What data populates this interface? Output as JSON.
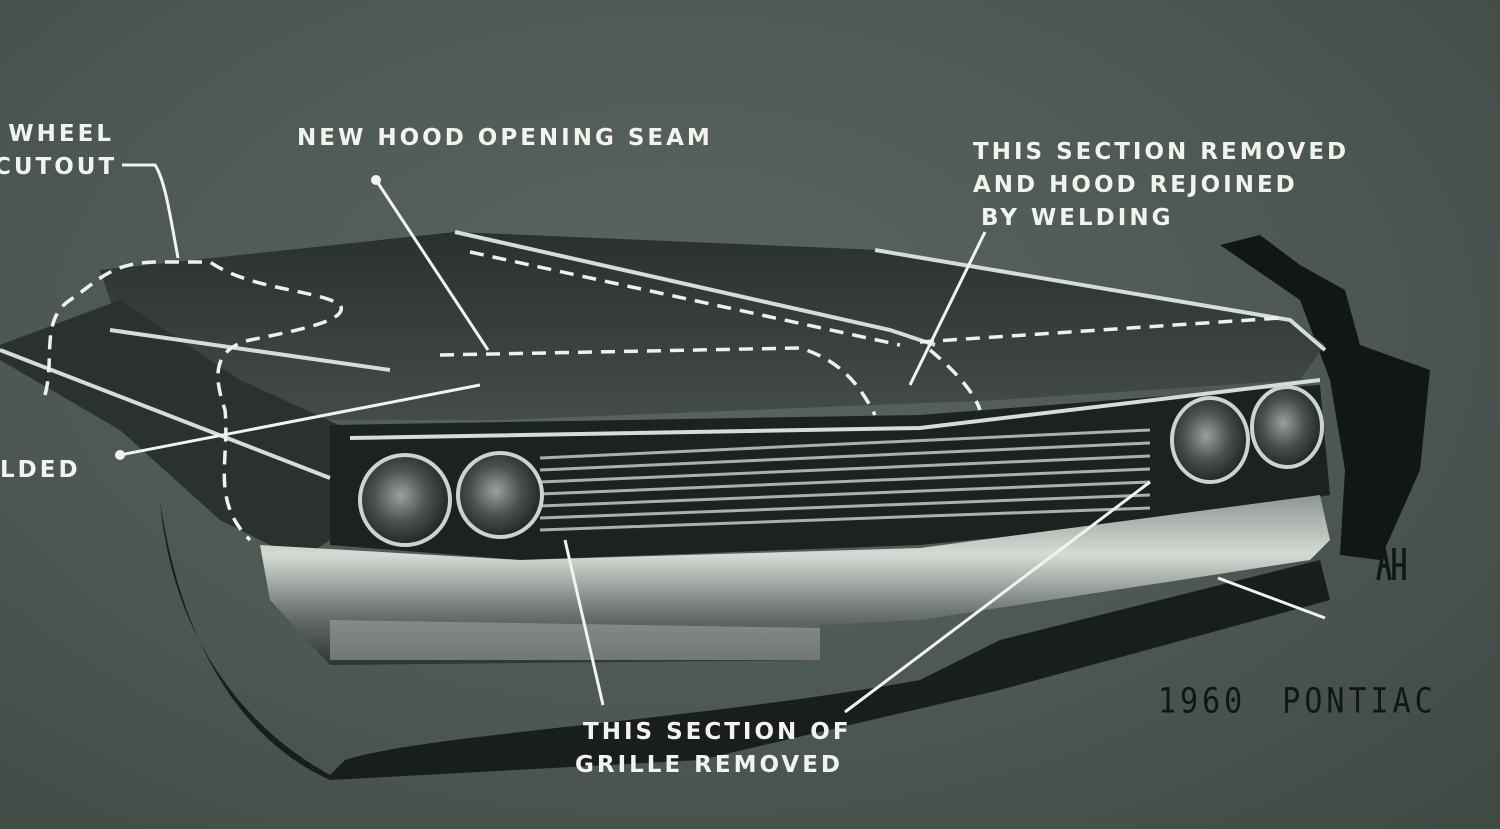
{
  "labels": {
    "wheel_cutout": [
      "WHEEL",
      "CUTOUT"
    ],
    "hood_seam": "NEW HOOD OPENING SEAM",
    "section_removed": [
      "THIS SECTION REMOVED",
      "AND HOOD REJOINED",
      "BY WELDING"
    ],
    "welded_fragment": "LDED",
    "grille_removed": [
      "THIS SECTION OF",
      "GRILLE REMOVED"
    ]
  },
  "caption": "1960 PONTIAC",
  "signature": "AH",
  "colors": {
    "background": "#4f5a55",
    "annotation": "#f2f2ee",
    "body_dark": "#1f2522",
    "chrome": "#c9cdc8"
  }
}
